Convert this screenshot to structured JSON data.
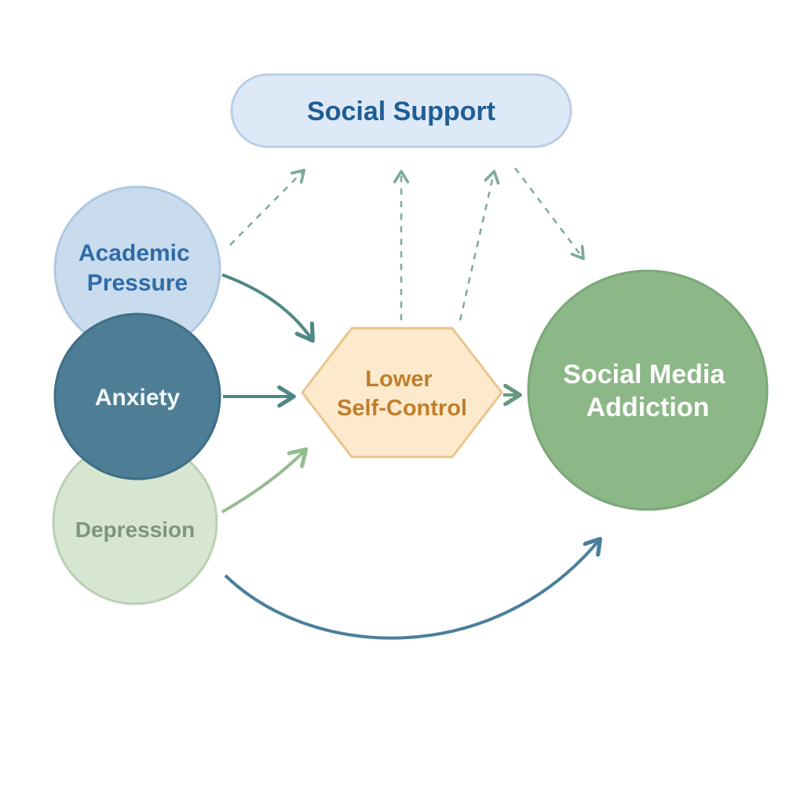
{
  "diagram": {
    "nodes": {
      "social_support": {
        "label": "Social Support"
      },
      "academic_pressure": {
        "line1": "Academic",
        "line2": "Pressure"
      },
      "anxiety": {
        "label": "Anxiety"
      },
      "depression": {
        "line1": "Depression"
      },
      "lower_self_control": {
        "line1": "Lower",
        "line2": "Self-Control"
      },
      "social_media_addiction": {
        "line1": "Social Media",
        "line2": "Addiction"
      }
    },
    "colors": {
      "social_support_fill": "#dde9f6",
      "social_support_border": "#b9cfe6",
      "social_support_text": "#1f5d95",
      "academic_fill": "#c9dcee",
      "academic_border": "#aec8e0",
      "academic_text": "#2f6ba8",
      "anxiety_fill": "#4d7e95",
      "anxiety_border": "#3f6e87",
      "anxiety_text": "#f2f7f9",
      "depression_fill": "#d7e6d1",
      "depression_border": "#b9d2b2",
      "depression_text": "#7d967b",
      "hexagon_fill": "#fdeacd",
      "hexagon_border": "#eac48c",
      "hexagon_text": "#c07e2c",
      "addiction_fill": "#8cb787",
      "addiction_border": "#7ca878",
      "addiction_text": "#ffffff",
      "arrow_teal": "#4f8788",
      "arrow_green": "#94bd8f",
      "arrow_hex_out": "#679a80",
      "arrow_dashed": "#7caa9d",
      "arrow_blue": "#4a7f9b"
    }
  }
}
